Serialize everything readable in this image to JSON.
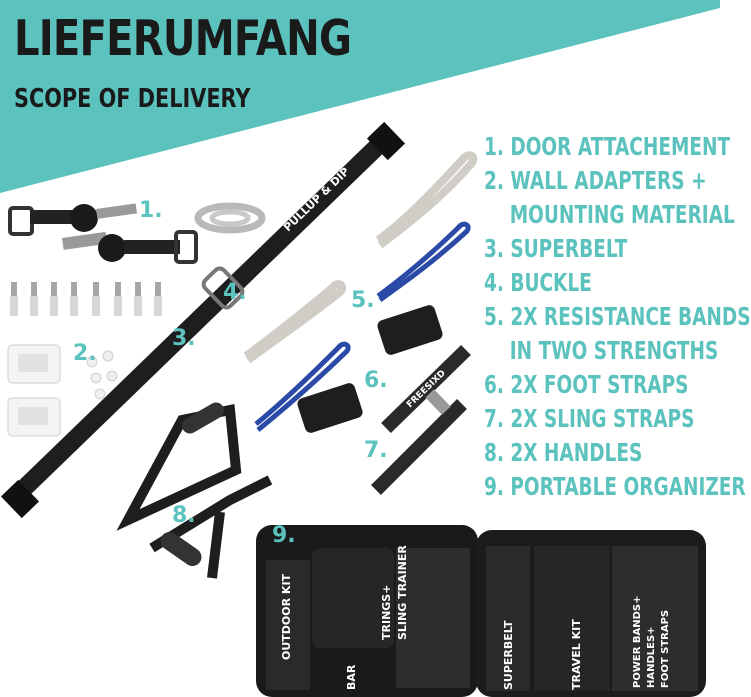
{
  "header": {
    "title": "LIEFERUMFANG",
    "subtitle": "SCOPE OF DELIVERY"
  },
  "colors": {
    "teal": "#5bc2bd",
    "text_dark": "#1a1a1a",
    "list_teal": "#5bc2bd",
    "strap_black": "#1e1e1e",
    "band_grey": "#cfcdc5",
    "band_blue": "#2b4aa8"
  },
  "items": [
    {
      "label": "1. DOOR ATTACHEMENT"
    },
    {
      "label": "2. WALL ADAPTERS +"
    },
    {
      "label": "    MOUNTING MATERIAL"
    },
    {
      "label": "3. SUPERBELT"
    },
    {
      "label": "4. BUCKLE"
    },
    {
      "label": "5. 2X RESISTANCE BANDS"
    },
    {
      "label": "    IN TWO STRENGTHS"
    },
    {
      "label": "6. 2X FOOT STRAPS"
    },
    {
      "label": "7. 2X SLING STRAPS"
    },
    {
      "label": "8. 2X HANDLES"
    },
    {
      "label": "9. PORTABLE ORGANIZER"
    }
  ],
  "markers": {
    "n1": "1.",
    "n2": "2.",
    "n3": "3.",
    "n4": "4.",
    "n5": "5.",
    "n6": "6.",
    "n7": "7.",
    "n8": "8.",
    "n9": "9."
  },
  "product_labels": {
    "belt_brand": "PULLUP & DIP",
    "sling_brand": "FREESIXD",
    "bag_outdoor": "OUTDOOR KIT",
    "bag_trings": "TRINGS+",
    "bag_sling": "SLING TRAINER",
    "bag_bar": "BAR",
    "bag_superbelt": "SUPERBELT",
    "bag_travel": "TRAVEL KIT",
    "bag_power": "POWER BANDS+",
    "bag_handles": "HANDLES+",
    "bag_foot": "FOOT STRAPS"
  }
}
